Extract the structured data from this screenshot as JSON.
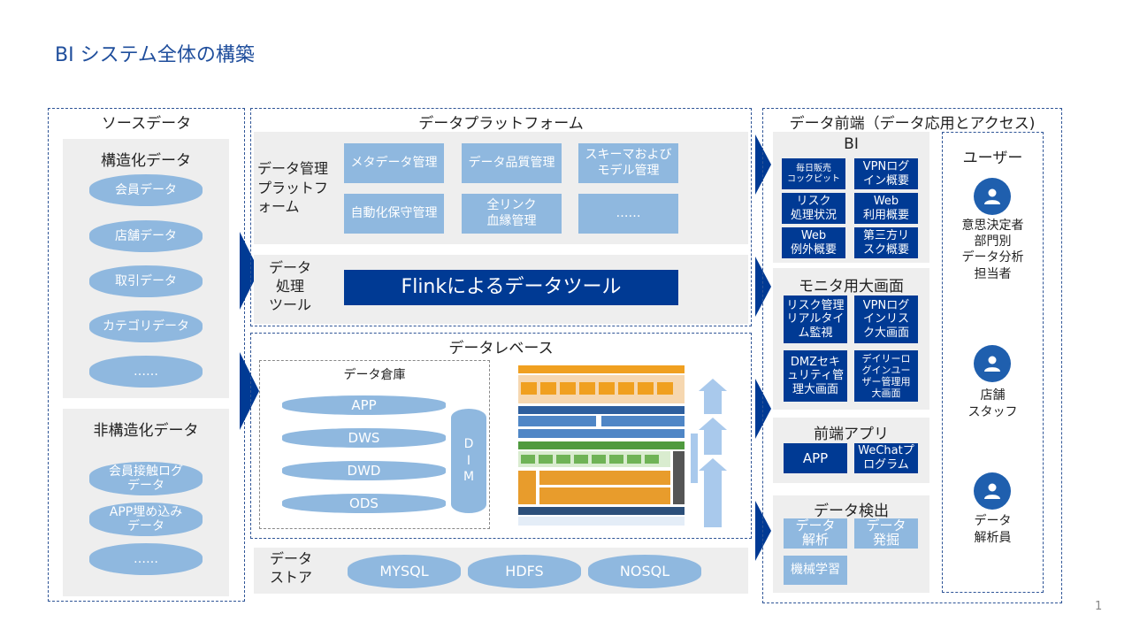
{
  "page_title": "BI システム全体の構築",
  "page_number": "1",
  "source": {
    "header": "ソースデータ",
    "structured": {
      "title": "構造化データ",
      "items": [
        "会員データ",
        "店舗データ",
        "取引データ",
        "カテゴリデータ",
        "……"
      ]
    },
    "unstructured": {
      "title": "非構造化データ",
      "items": [
        "会員接触ログ\nデータ",
        "APP埋め込み\nデータ",
        "……"
      ]
    }
  },
  "platform": {
    "header": "データプラットフォーム",
    "management": {
      "label": "データ管理\nプラットフ\nォーム",
      "items": [
        "メタデータ管理",
        "データ品質管理",
        "スキーマおよび\nモデル管理",
        "自動化保守管理",
        "全リンク\n血縁管理",
        "……"
      ]
    },
    "processing": {
      "label": "データ\n処理\nツール",
      "tool": "Flinkによるデータツール"
    },
    "warehouse": {
      "header": "データレベース",
      "dw_title": "データ倉庫",
      "layers": [
        "APP",
        "DWS",
        "DWD",
        "ODS"
      ],
      "dim": "D\nI\nM"
    },
    "store": {
      "label": "データ\nストア",
      "items": [
        "MYSQL",
        "HDFS",
        "NOSQL"
      ]
    }
  },
  "frontend": {
    "header": "データ前端（データ応用とアクセス)",
    "bi": {
      "title": "BI",
      "items": [
        "毎日販売\nコックピット",
        "VPNログ\nイン概要",
        "リスク\n処理状況",
        "Web\n利用概要",
        "Web\n例外概要",
        "第三方リ\nスク概要"
      ]
    },
    "monitor": {
      "title": "モニタ用大画面",
      "items": [
        "リスク管理\nリアルタイ\nム監視",
        "VPNログ\nインリス\nク大画面",
        "DMZセキ\nュリティ管\n理大画面",
        "デイリーロ\nグインユー\nザー管理用\n大画面"
      ]
    },
    "apps": {
      "title": "前端アプリ",
      "items": [
        "APP",
        "WeChatプ\nログラム"
      ]
    },
    "detect": {
      "title": "データ検出",
      "items": [
        "データ\n解析",
        "データ\n発掘",
        "機械学習"
      ]
    }
  },
  "users": {
    "title": "ユーザー",
    "groups": [
      "意思決定者\n部門別\nデータ分析\n担当者",
      "店舗\nスタッフ",
      "データ\n解析員"
    ]
  },
  "colors": {
    "accent": "#003a94",
    "light": "#8fb8df",
    "panel": "#eeeeee",
    "title": "#1f4e9c"
  }
}
